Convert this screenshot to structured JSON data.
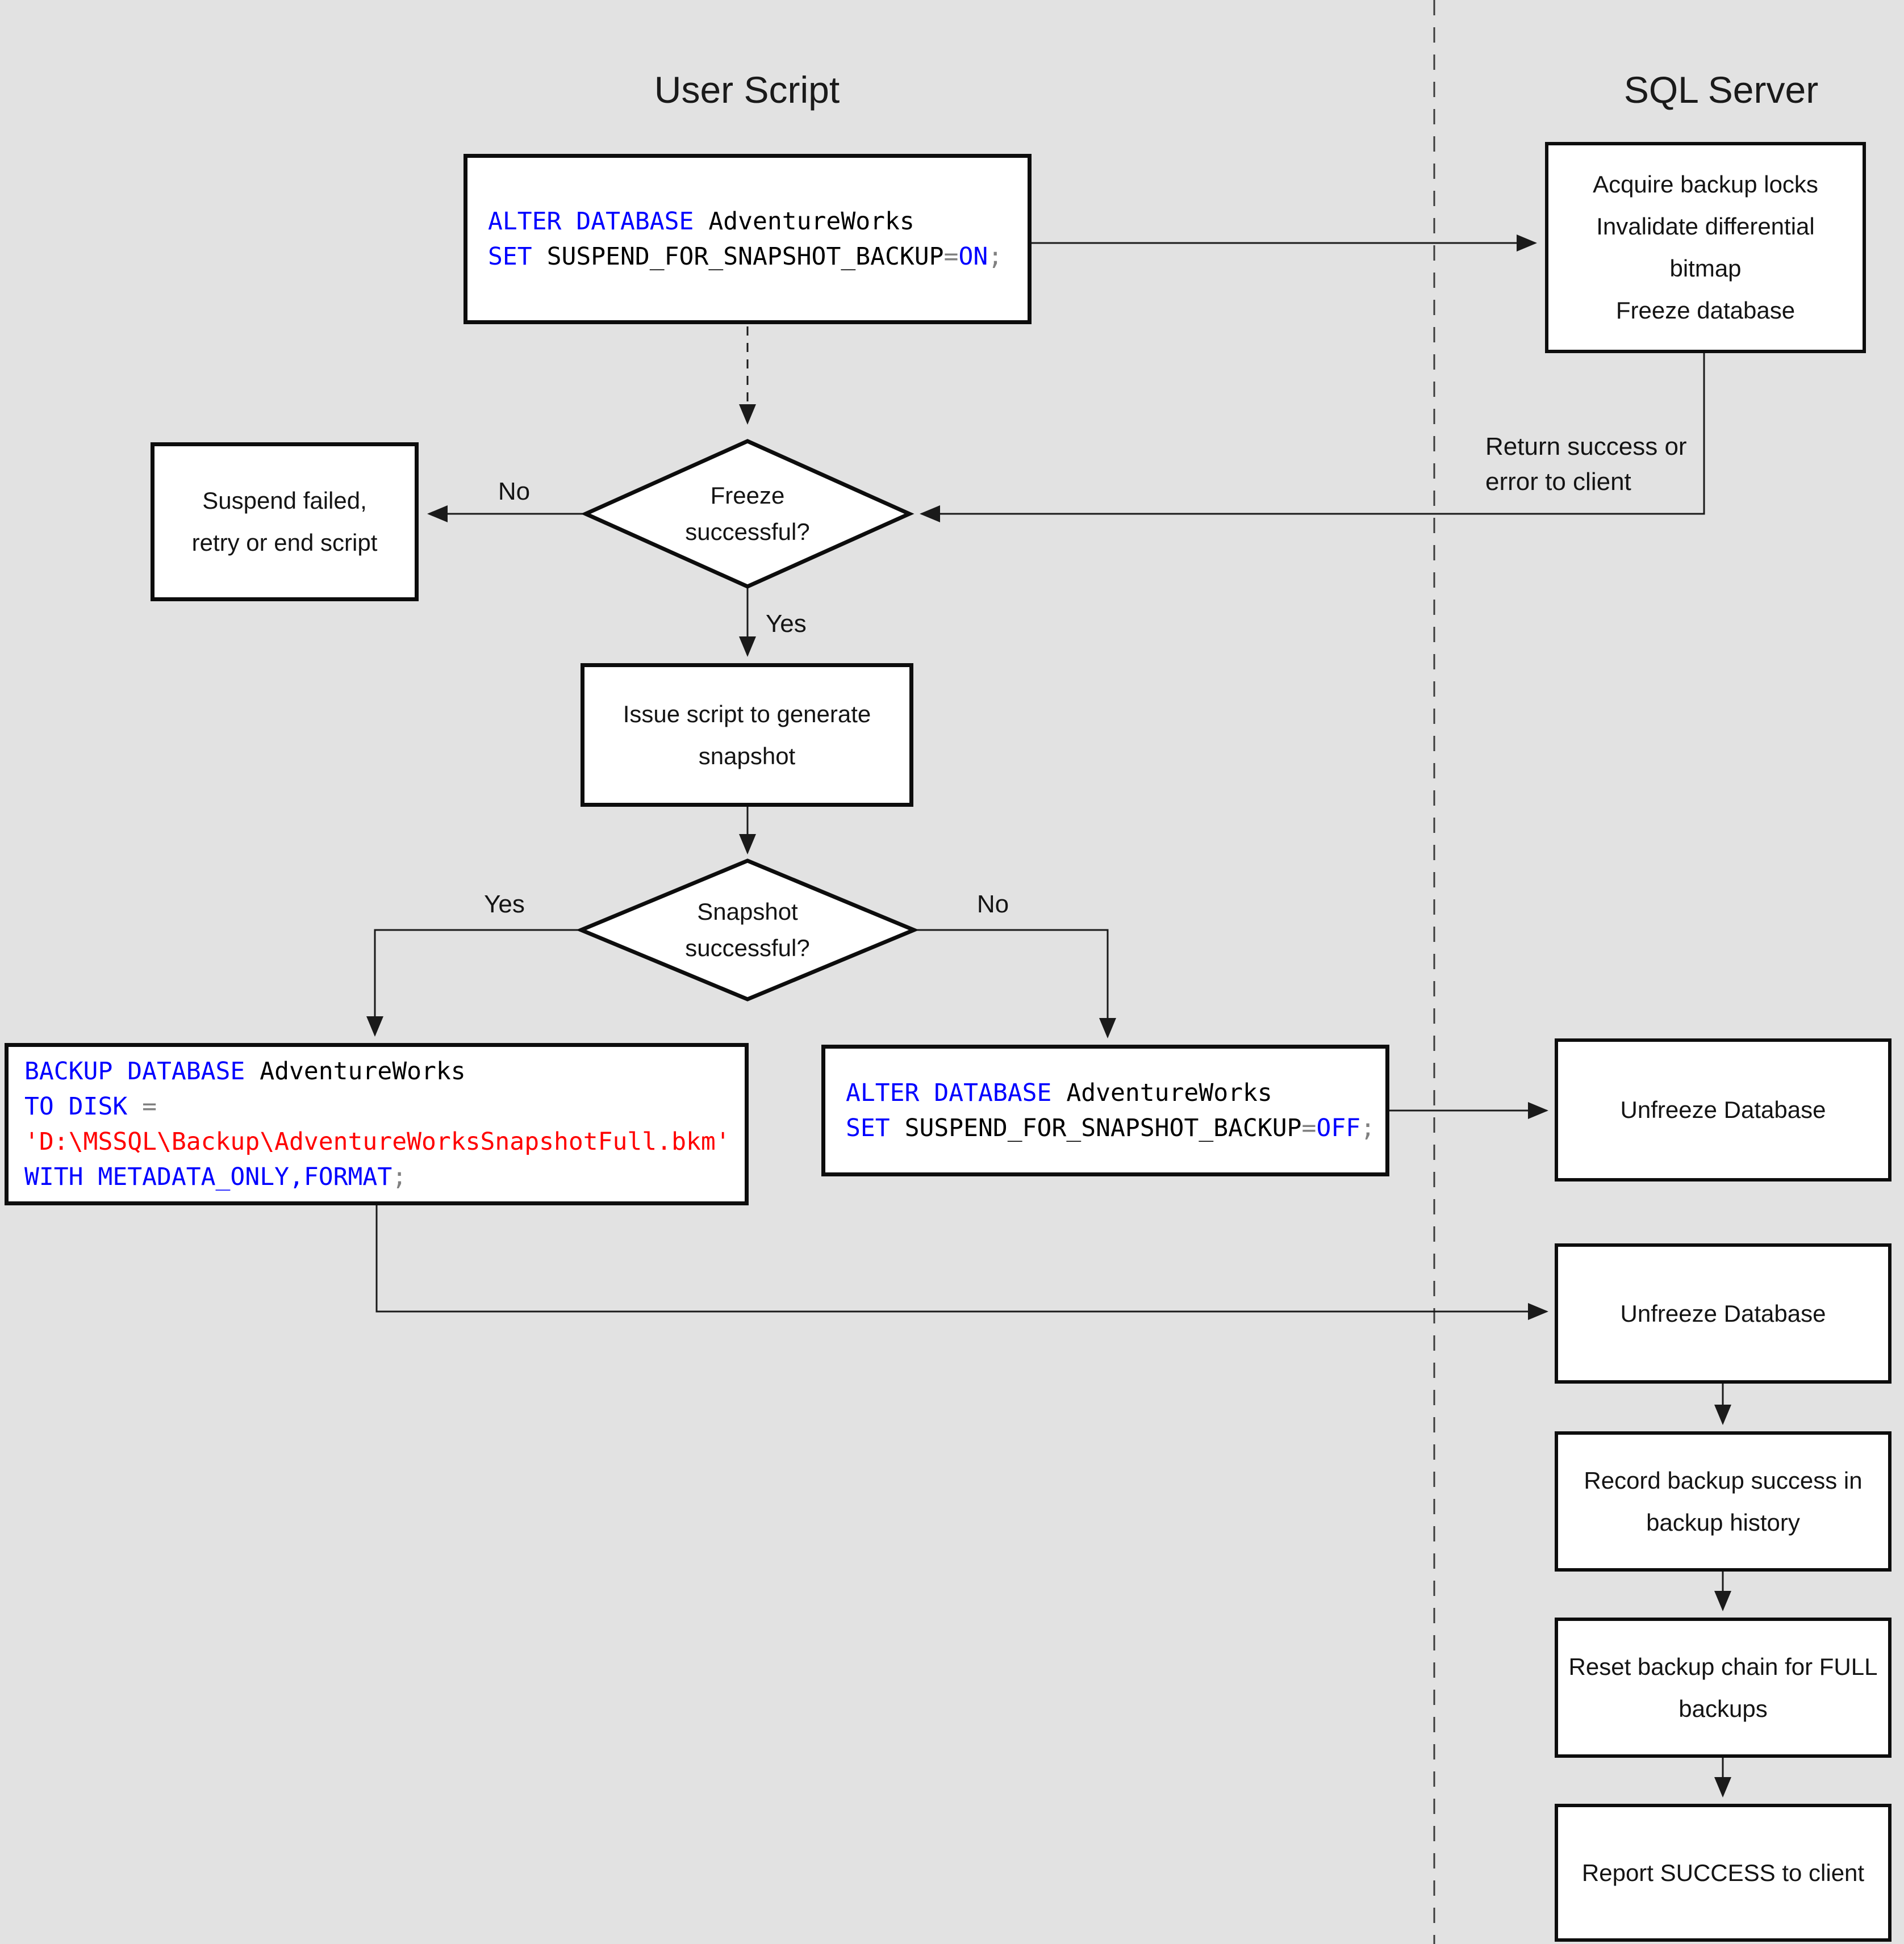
{
  "titles": {
    "left": "User Script",
    "right": "SQL Server"
  },
  "colors": {
    "background": "#e2e2e2",
    "box_fill": "#ffffff",
    "box_border": "#0d0d0d",
    "connector": "#1a1a1a",
    "sql_keyword": "#0000ff",
    "sql_identifier": "#000000",
    "sql_operator": "#808080",
    "sql_string": "#ff0000"
  },
  "labels": {
    "freeze_no": "No",
    "freeze_yes": "Yes",
    "snapshot_yes": "Yes",
    "snapshot_no": "No",
    "return_note": [
      "Return success or",
      "error to client"
    ]
  },
  "nodes": {
    "alter_on": {
      "lines": [
        [
          {
            "t": "ALTER DATABASE ",
            "c": "kw"
          },
          {
            "t": "AdventureWorks",
            "c": "id"
          }
        ],
        [
          {
            "t": "SET ",
            "c": "kw"
          },
          {
            "t": "SUSPEND_FOR_SNAPSHOT_BACKUP",
            "c": "id"
          },
          {
            "t": "=",
            "c": "op"
          },
          {
            "t": "ON",
            "c": "kw"
          },
          {
            "t": ";",
            "c": "op"
          }
        ]
      ]
    },
    "acquire": {
      "label_lines": [
        "Acquire backup locks",
        "Invalidate differential",
        "bitmap",
        "Freeze database"
      ]
    },
    "freeze_decision": {
      "label_lines": [
        "Freeze",
        "successful?"
      ]
    },
    "suspend_failed": {
      "label_lines": [
        "Suspend failed,",
        "retry or end script"
      ]
    },
    "issue_script": {
      "label_lines": [
        "Issue script to generate",
        "snapshot"
      ]
    },
    "snapshot_decision": {
      "label_lines": [
        "Snapshot",
        "successful?"
      ]
    },
    "backup": {
      "lines": [
        [
          {
            "t": "BACKUP DATABASE ",
            "c": "kw"
          },
          {
            "t": "AdventureWorks",
            "c": "id"
          }
        ],
        [
          {
            "t": "TO DISK ",
            "c": "kw"
          },
          {
            "t": "=",
            "c": "op"
          }
        ],
        [
          {
            "t": "'D:\\MSSQL\\Backup\\AdventureWorksSnapshotFull.bkm'",
            "c": "str"
          }
        ],
        [
          {
            "t": "WITH METADATA_ONLY,FORMAT",
            "c": "kw"
          },
          {
            "t": ";",
            "c": "op"
          }
        ]
      ]
    },
    "alter_off": {
      "lines": [
        [
          {
            "t": "ALTER DATABASE ",
            "c": "kw"
          },
          {
            "t": "AdventureWorks",
            "c": "id"
          }
        ],
        [
          {
            "t": "SET ",
            "c": "kw"
          },
          {
            "t": "SUSPEND_FOR_SNAPSHOT_BACKUP",
            "c": "id"
          },
          {
            "t": "=",
            "c": "op"
          },
          {
            "t": "OFF",
            "c": "kw"
          },
          {
            "t": ";",
            "c": "op"
          }
        ]
      ]
    },
    "unfreeze1": {
      "label_lines": [
        "Unfreeze Database"
      ]
    },
    "unfreeze2": {
      "label_lines": [
        "Unfreeze Database"
      ]
    },
    "record": {
      "label_lines": [
        "Record backup success in",
        "backup history"
      ]
    },
    "reset": {
      "label_lines": [
        "Reset backup chain for FULL",
        "backups"
      ]
    },
    "report": {
      "label_lines": [
        "Report SUCCESS to client"
      ]
    }
  }
}
